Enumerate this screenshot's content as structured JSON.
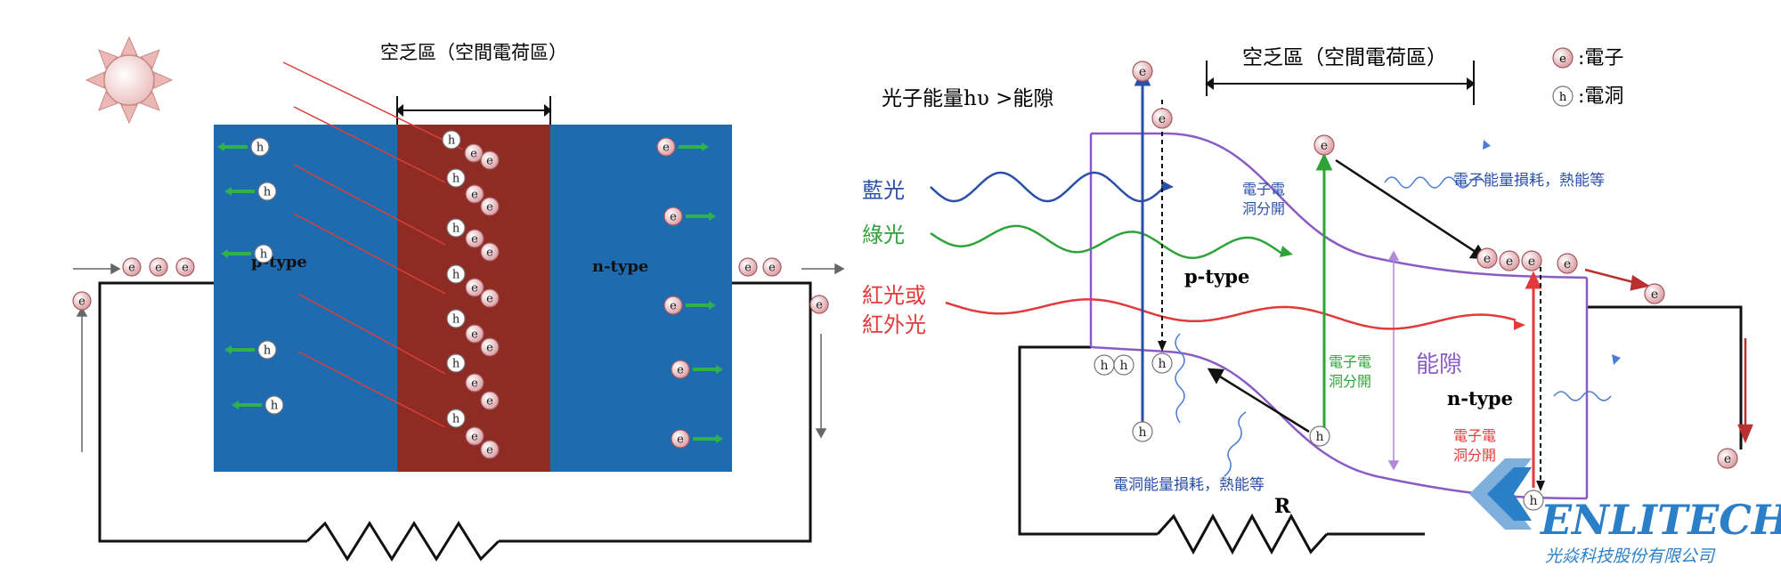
{
  "left": {
    "depletion_label": "空乏區（空間電荷區）",
    "p_label": "p-type",
    "n_label": "n-type",
    "electron_glyph": "e",
    "hole_glyph": "h",
    "colors": {
      "p_region": "#1f6bb0",
      "depletion": "#8e2b22",
      "n_region": "#1f6bb0",
      "arrow": "#2db34a"
    }
  },
  "right": {
    "depletion_label": "空乏區（空間電荷區）",
    "photon_label": "光子能量hυ >能隙",
    "blue_label": "藍光",
    "green_label": "綠光",
    "red_label_1": "紅光或",
    "red_label_2": "紅外光",
    "sep_label_1a": "電子電",
    "sep_label_1b": "洞分開",
    "sep_label_2a": "電子電",
    "sep_label_2b": "洞分開",
    "sep_label_3a": "電子電",
    "sep_label_3b": "洞分開",
    "p_label": "p-type",
    "n_label": "n-type",
    "gap_label": "能隙",
    "electron_loss": "電子能量損耗，熱能等",
    "hole_loss": "電洞能量損耗，熱能等",
    "resistor_label": "R",
    "legend_electron": ":電子",
    "legend_hole": ":電洞",
    "colors": {
      "blue": "#2a4fa8",
      "green": "#2fa33a",
      "red": "#e23a3a",
      "band": "#8a5bc6"
    }
  },
  "logo": {
    "name": "ENLITECH",
    "subtitle": "光焱科技股份有限公司",
    "color": "#2b7fc9"
  }
}
